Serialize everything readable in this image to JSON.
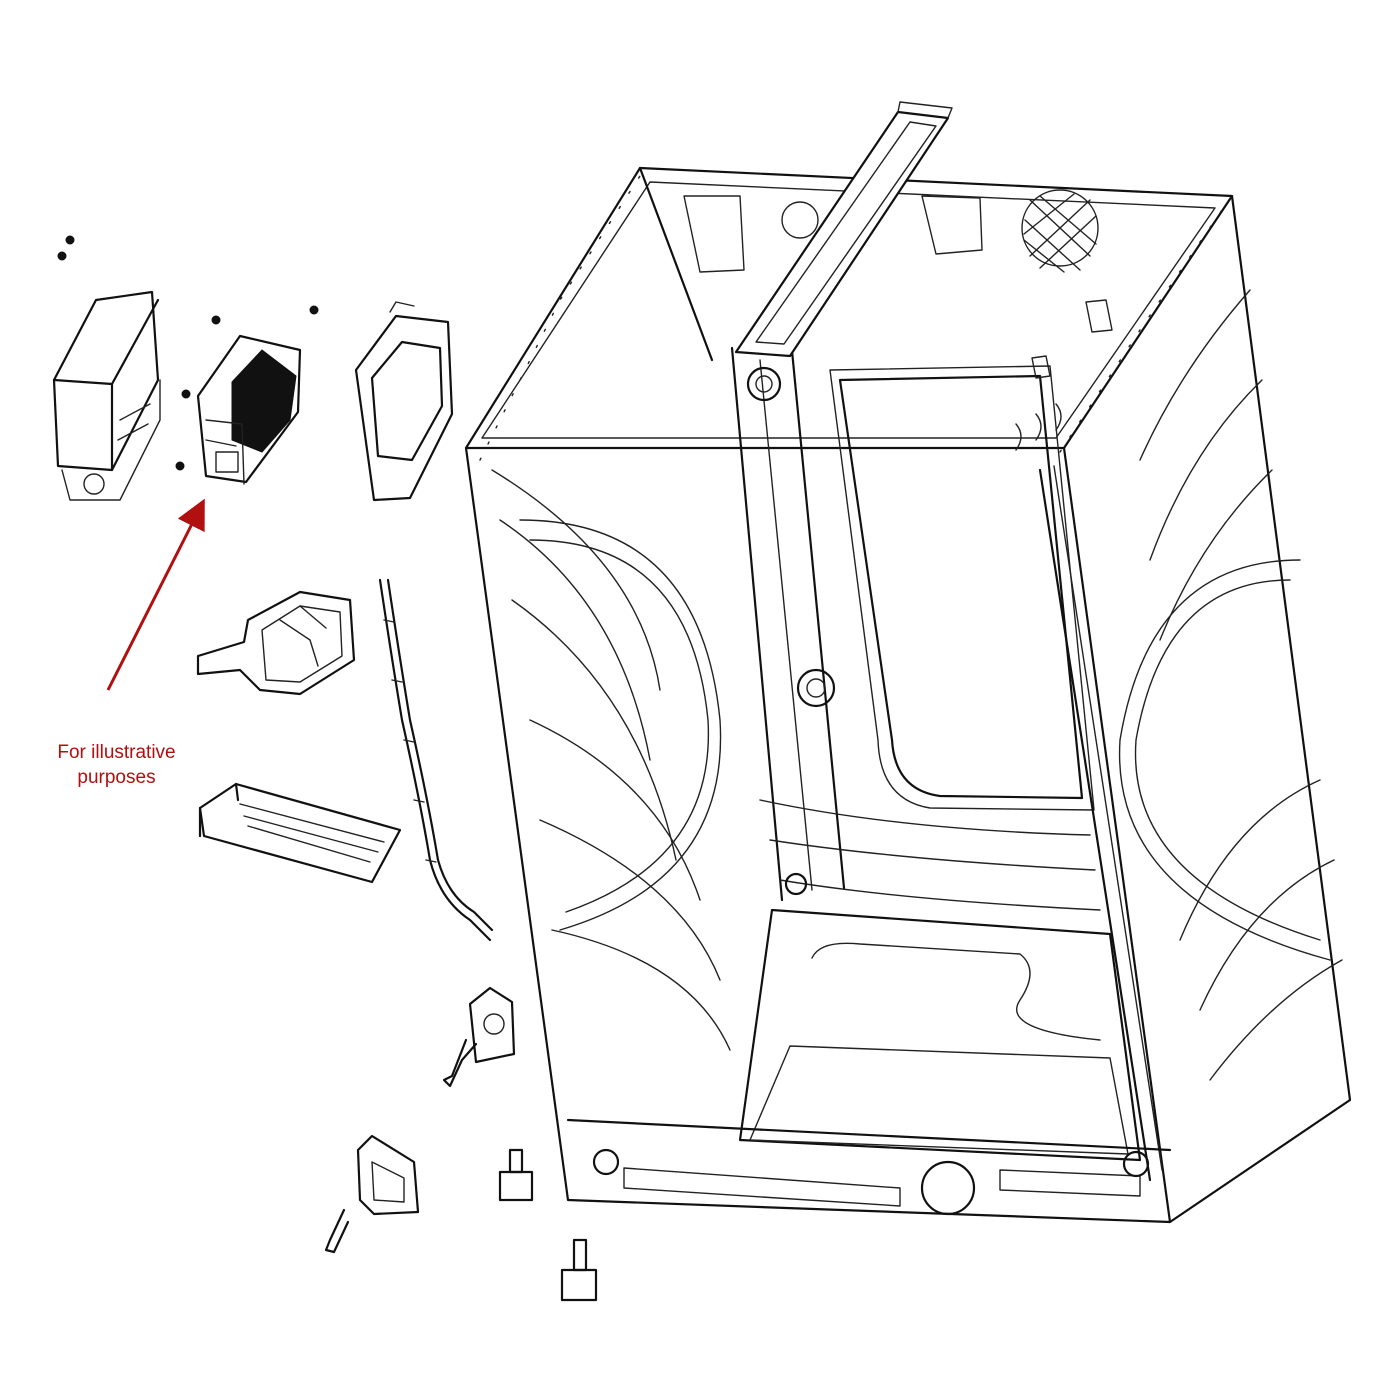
{
  "callout": {
    "text": "For illustrative\npurposes",
    "line1": "For illustrative",
    "line2": "purposes",
    "color": "#b01010"
  },
  "parts": [
    {
      "name": "cabinet-frame"
    },
    {
      "name": "top-brace-bar"
    },
    {
      "name": "control-box-cover"
    },
    {
      "name": "control-board-heatsink"
    },
    {
      "name": "control-box-bracket"
    },
    {
      "name": "bracket-assembly"
    },
    {
      "name": "base-plate"
    },
    {
      "name": "wire-harness"
    },
    {
      "name": "damper-mount-upper"
    },
    {
      "name": "damper-mount-lower"
    },
    {
      "name": "leveling-foot"
    },
    {
      "name": "screws"
    }
  ],
  "colors": {
    "line": "#111111",
    "background": "#ffffff",
    "callout": "#b01010"
  }
}
